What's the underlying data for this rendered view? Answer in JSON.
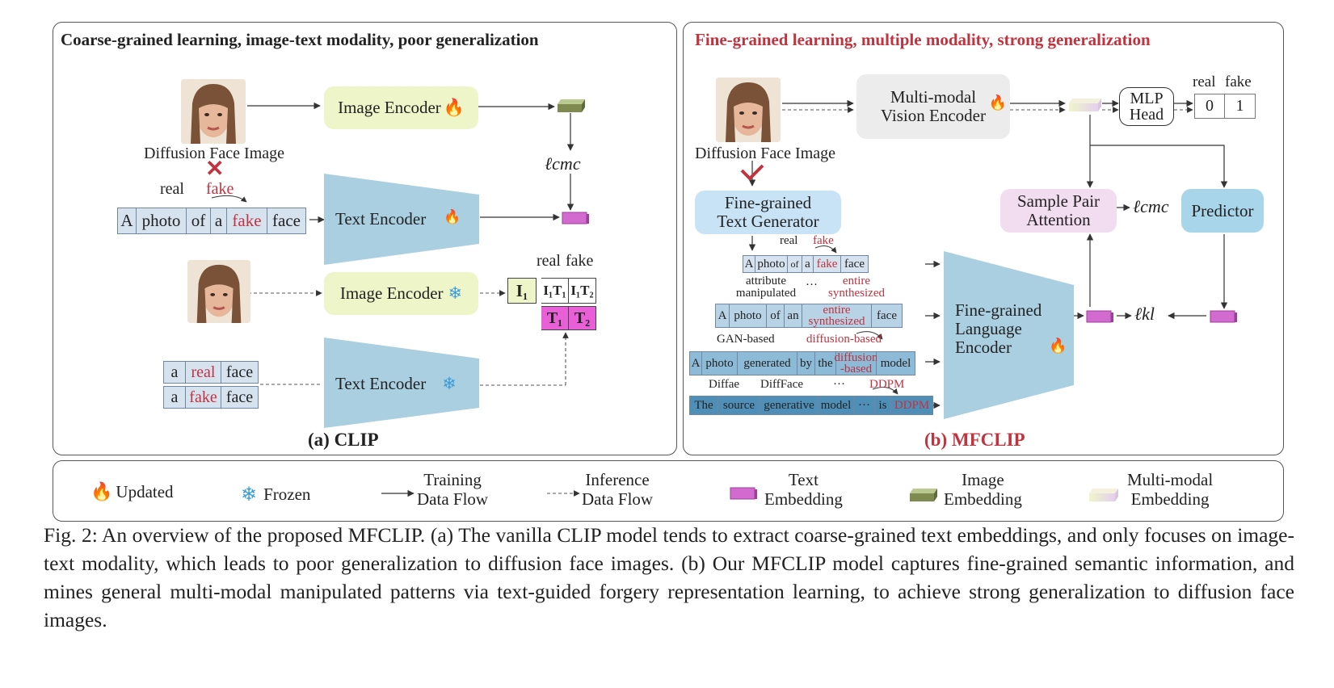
{
  "panel_left": {
    "title": "Coarse-grained learning,  image-text modality, poor generalization",
    "subtitle": "(a) CLIP",
    "image_encoder": "Image Encoder",
    "text_encoder": "Text Encoder",
    "face_caption": "Diffusion Face Image",
    "real": "real",
    "fake": "fake",
    "loss": "ℓcmc",
    "sentence": [
      "A",
      "photo",
      "of",
      "a",
      "fake",
      "face"
    ],
    "prompt_real": [
      "a",
      "real",
      "face"
    ],
    "prompt_fake": [
      "a",
      "fake",
      "face"
    ],
    "matrix": {
      "i1": "I₁",
      "i1t1": "I₁T₁",
      "i1t2": "I₁T₂",
      "t1": "T₁",
      "t2": "T₂",
      "real": "real",
      "fake": "fake"
    }
  },
  "panel_right": {
    "title": "Fine-grained learning, multiple modality, strong generalization",
    "subtitle": "(b) MFCLIP",
    "vision_encoder": [
      "Multi-modal",
      "Vision Encoder"
    ],
    "face_caption": "Diffusion Face Image",
    "mlp_head": [
      "MLP",
      "Head"
    ],
    "out_real": "real",
    "out_fake": "fake",
    "out_zero": "0",
    "out_one": "1",
    "text_generator": [
      "Fine-grained",
      "Text Generator"
    ],
    "sample_pair": [
      "Sample Pair",
      "Attention"
    ],
    "predictor": "Predictor",
    "loss_cmc": "ℓcmc",
    "loss_kl": "ℓkl",
    "language_encoder": [
      "Fine-grained",
      "Language",
      "Encoder"
    ],
    "t1_real": "real",
    "t1_fake": "fake",
    "t1_cells": [
      "A",
      "photo",
      "of",
      "a",
      "fake",
      "face"
    ],
    "t2_attr": [
      "attribute",
      "manipulated"
    ],
    "t2_dots": "···",
    "t2_entire": [
      "entire",
      "synthesized"
    ],
    "t2_cells": [
      "A",
      "photo",
      "of",
      "an",
      "entire synthesized",
      "face"
    ],
    "t3_gan": "GAN-based",
    "t3_diff": "diffusion-based",
    "t3_cells": [
      "A",
      "photo",
      "generated",
      "by",
      "the",
      "diffusion -based",
      "model"
    ],
    "t4_diffae": "Diffae",
    "t4_diffface": "DiffFace",
    "t4_dots": "···",
    "t4_ddpm": "DDPM",
    "t4_cells": [
      "The",
      "source",
      "generative",
      "model",
      "···",
      "is",
      "DDPM"
    ]
  },
  "legend": {
    "updated": "Updated",
    "frozen": "Frozen",
    "training": [
      "Training",
      "Data Flow"
    ],
    "inference": [
      "Inference",
      "Data Flow"
    ],
    "text_emb": [
      "Text",
      "Embedding"
    ],
    "image_emb": [
      "Image",
      "Embedding"
    ],
    "mm_emb": [
      "Multi-modal",
      "Embedding"
    ]
  },
  "caption": "Fig. 2: An overview of the proposed MFCLIP. (a) The vanilla CLIP model tends to extract coarse-grained text embeddings, and only focuses on image-text modality, which leads to poor generalization to diffusion face images. (b) Our MFCLIP model captures fine-grained semantic information, and mines general multi-modal manipulated patterns via text-guided forgery representation learning, to achieve strong generalization to diffusion face images.",
  "colors": {
    "image_encoder": "#eef5c8",
    "text_encoder": "#a9cfe1",
    "vision_encoder": "#ececec",
    "generator": "#c9e3f6",
    "sample_pair": "#f2dcef",
    "predictor": "#a9d5ea",
    "text_embedding": "#d36ad0",
    "accent_red": "#c0333f"
  }
}
